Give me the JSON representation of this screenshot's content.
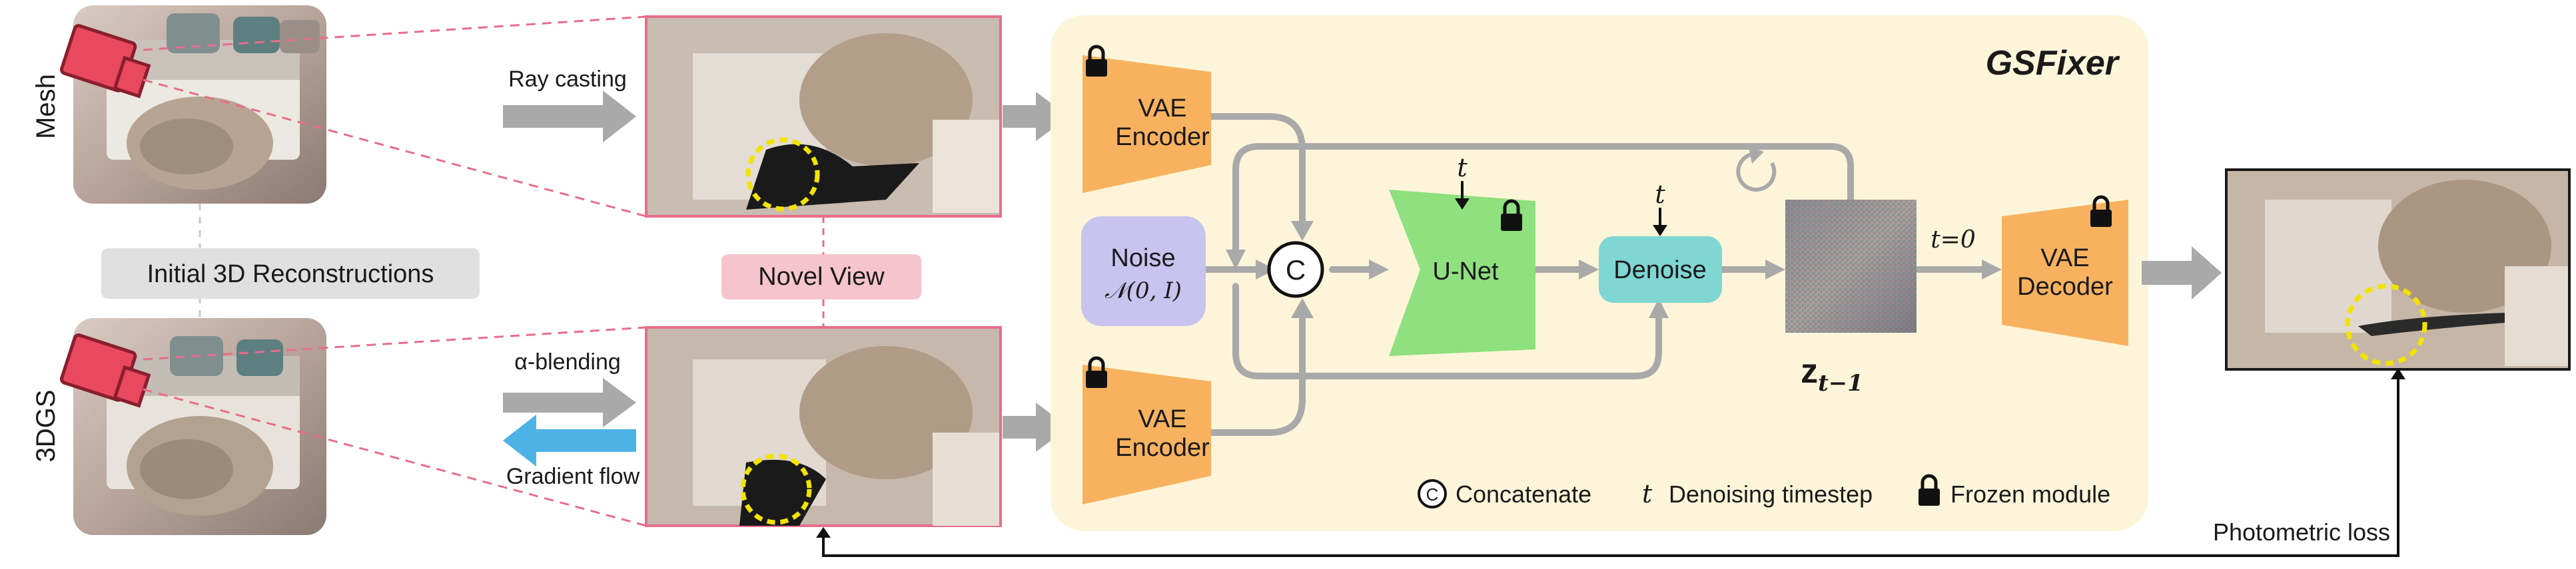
{
  "left_column": {
    "row_labels": [
      "Mesh",
      "3DGS"
    ],
    "caption": "Initial 3D Reconstructions"
  },
  "middle": {
    "ray_casting": "Ray casting",
    "alpha_blending": "α-blending",
    "gradient_flow": "Gradient flow",
    "novel_view": "Novel View"
  },
  "gsfixer": {
    "title": "GSFixer",
    "vae_encoder_top": [
      "VAE",
      "Encoder"
    ],
    "vae_encoder_bottom": [
      "VAE",
      "Encoder"
    ],
    "noise": "Noise",
    "noise_dist": "𝒩(0, I)",
    "concat_symbol": "C",
    "unet": "U-Net",
    "denoise": "Denoise",
    "t_symbol": "t",
    "latent_label": "z",
    "latent_sub": "t−1",
    "t_zero": "t=0",
    "vae_decoder": [
      "VAE",
      "Decoder"
    ],
    "legend": {
      "concatenate": "Concatenate",
      "timestep": "Denoising timestep",
      "frozen": "Frozen module"
    }
  },
  "output": {
    "photometric_loss": "Photometric loss"
  },
  "colors": {
    "orange": "#f8b25f",
    "purple": "#c9c3ef",
    "green": "#8fe07e",
    "teal": "#7fd6d3",
    "pink_box": "#f6c4cd",
    "yellow_bg": "#fdf5d9",
    "blue_arrow": "#4db2e6",
    "gray_arrow": "#a9a9a9",
    "highlight_circle": "#f2e300"
  }
}
